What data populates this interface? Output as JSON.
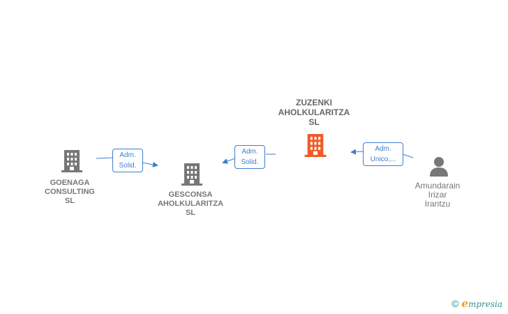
{
  "nodes": {
    "goenaga": {
      "lines": [
        "GOENAGA",
        "CONSULTING",
        "SL"
      ],
      "icon": "building-icon",
      "color": "#777777"
    },
    "gesconsa": {
      "lines": [
        "GESCONSA",
        "AHOLKULARITZA",
        "SL"
      ],
      "icon": "building-icon",
      "color": "#777777"
    },
    "zuzenki": {
      "lines": [
        "ZUZENKI",
        "AHOLKULARITZA",
        "SL"
      ],
      "icon": "building-icon",
      "color": "#f05a28"
    },
    "amundarain": {
      "lines": [
        "Amundarain",
        "Irizar",
        "Irantzu"
      ],
      "icon": "person-icon",
      "color": "#777777"
    }
  },
  "edges": {
    "goenaga_to_gesconsa": {
      "lines": [
        "Adm.",
        "Solid."
      ]
    },
    "zuzenki_to_gesconsa": {
      "lines": [
        "Adm.",
        "Solid."
      ]
    },
    "amundarain_to_zuzenki": {
      "lines": [
        "Adm.",
        "Unico,..."
      ]
    }
  },
  "colors": {
    "edge": "#3d7ecf",
    "node": "#777777",
    "focus_node": "#f05a28"
  },
  "footer": {
    "copyright_symbol": "©",
    "brand_initial": "e",
    "brand_rest": "mpresia"
  }
}
